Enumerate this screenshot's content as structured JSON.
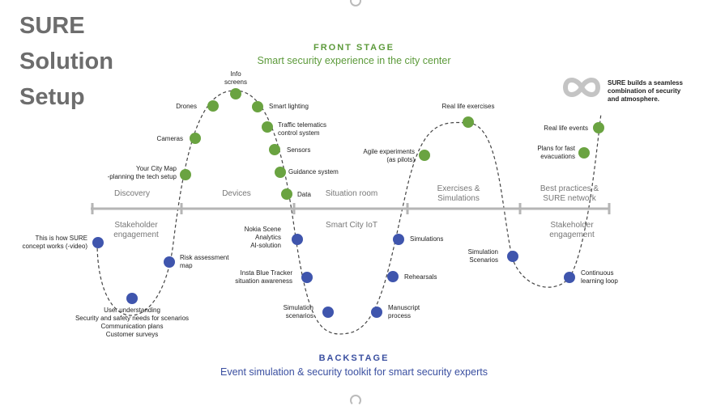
{
  "title": [
    "SURE",
    "Solution",
    "Setup"
  ],
  "front_stage": {
    "title": "FRONT STAGE",
    "subtitle": "Smart security experience in the city center"
  },
  "backstage": {
    "title": "BACKSTAGE",
    "subtitle": "Event simulation & security toolkit for smart security experts"
  },
  "infinity_note": [
    "SURE builds a seamless",
    "combination of security",
    "and atmosphere."
  ],
  "stages_front": [
    "Discovery",
    "Devices",
    "Situation room",
    [
      "Exercises &",
      "Simulations"
    ],
    [
      "Best practices &",
      "SURE network"
    ]
  ],
  "stages_back": [
    [
      "Stakeholder",
      "engagement"
    ],
    "Smart City IoT",
    [
      "Stakeholder",
      "engagement"
    ]
  ],
  "front_points": [
    [
      "Your City Map",
      "-planning the tech setup"
    ],
    [
      "Cameras"
    ],
    [
      "Drones"
    ],
    [
      "Info",
      "screens"
    ],
    [
      "Smart lighting"
    ],
    [
      "Traffic telematics",
      "control system"
    ],
    [
      "Sensors"
    ],
    [
      "Guidance system"
    ],
    [
      "Data"
    ],
    [
      "Agile experiments",
      "(as pilots)"
    ],
    [
      "Real life exercises"
    ],
    [
      "Plans for fast",
      "evacuations"
    ],
    [
      "Real life events"
    ]
  ],
  "back_points": [
    [
      "This is how SURE",
      "concept works (-video)"
    ],
    [
      "User understanding",
      "Security and safety needs for scenarios",
      "Communication plans",
      "Customer surveys"
    ],
    [
      "Risk assessment",
      "map"
    ],
    [
      "Nokia Scene",
      "Analytics",
      "AI-solution"
    ],
    [
      "Insta Blue Tracker",
      "situation awareness"
    ],
    [
      "Simulation",
      "scenarios"
    ],
    [
      "Manuscript",
      "process"
    ],
    [
      "Rehearsals"
    ],
    [
      "Simulations"
    ],
    [
      "Simulation",
      "Scenarios"
    ],
    [
      "Continuous",
      "learning loop"
    ]
  ],
  "colors": {
    "title": "#6d6d6d",
    "front": "#5c9a3a",
    "back": "#3a4fa0",
    "front_dot": "#6aa341",
    "back_dot": "#3f55ad",
    "axis": "#b5b5b5",
    "curve": "#444444",
    "infinity": "#c4c4c4"
  },
  "icons": {
    "infinity": "infinity-icon"
  }
}
